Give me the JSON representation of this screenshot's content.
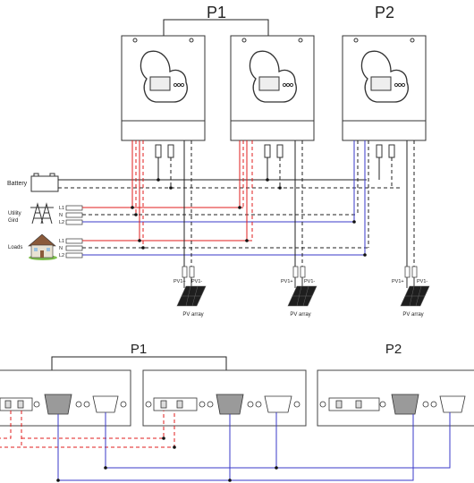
{
  "top": {
    "group1_label": "P1",
    "group2_label": "P2",
    "battery_label": "Battery",
    "utility_label_1": "Utility",
    "utility_label_2": "Gird",
    "loads_label": "Loads",
    "phase_l1": "L1",
    "phase_n": "N",
    "phase_l2": "L2",
    "pv_plus": "PV1+",
    "pv_minus": "PV1-",
    "pv_array_label": "PV array"
  },
  "bottom": {
    "group1_label": "P1",
    "group2_label": "P2"
  },
  "colors": {
    "line": "#222222",
    "red": "#e21d1d",
    "blue": "#3a3ac8",
    "inverter_fill": "#ffffff",
    "display_fill": "#eeeeee",
    "db9_fill": "#9a9a9a"
  },
  "icons": [
    "inverter-icon",
    "battery-icon",
    "transmission-tower-icon",
    "house-icon",
    "solar-panel-icon",
    "db9-connector-icon",
    "rj45-port-icon"
  ]
}
